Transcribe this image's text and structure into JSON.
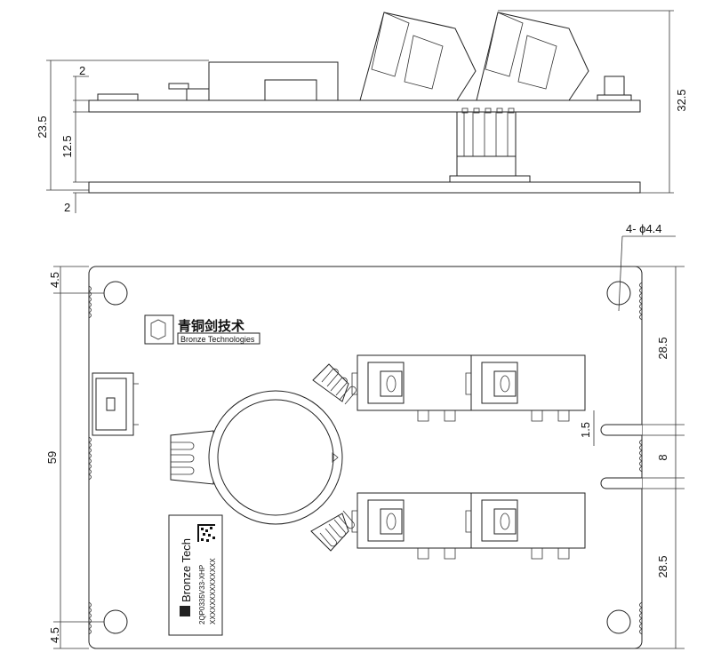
{
  "side_view": {
    "dims": {
      "top_pcb": "2",
      "total_left": "23.5",
      "gap": "12.5",
      "bottom_pcb": "2",
      "total_right": "32.5"
    }
  },
  "top_view": {
    "hole_note": "4- ϕ4.4",
    "dims": {
      "left_top_margin": "4.5",
      "height": "59",
      "left_bottom_margin": "4.5",
      "right_top": "28.5",
      "slot_width": "1.5",
      "slot_gap": "8",
      "right_bottom": "28.5"
    },
    "logo": {
      "chinese": "青铜剑技术",
      "english": "Bronze Technologies"
    },
    "label": {
      "brand": "Bronze Tech",
      "model": "2QP0335V33-XHP",
      "serial": "XXXXXXXXXXXXXX"
    }
  }
}
